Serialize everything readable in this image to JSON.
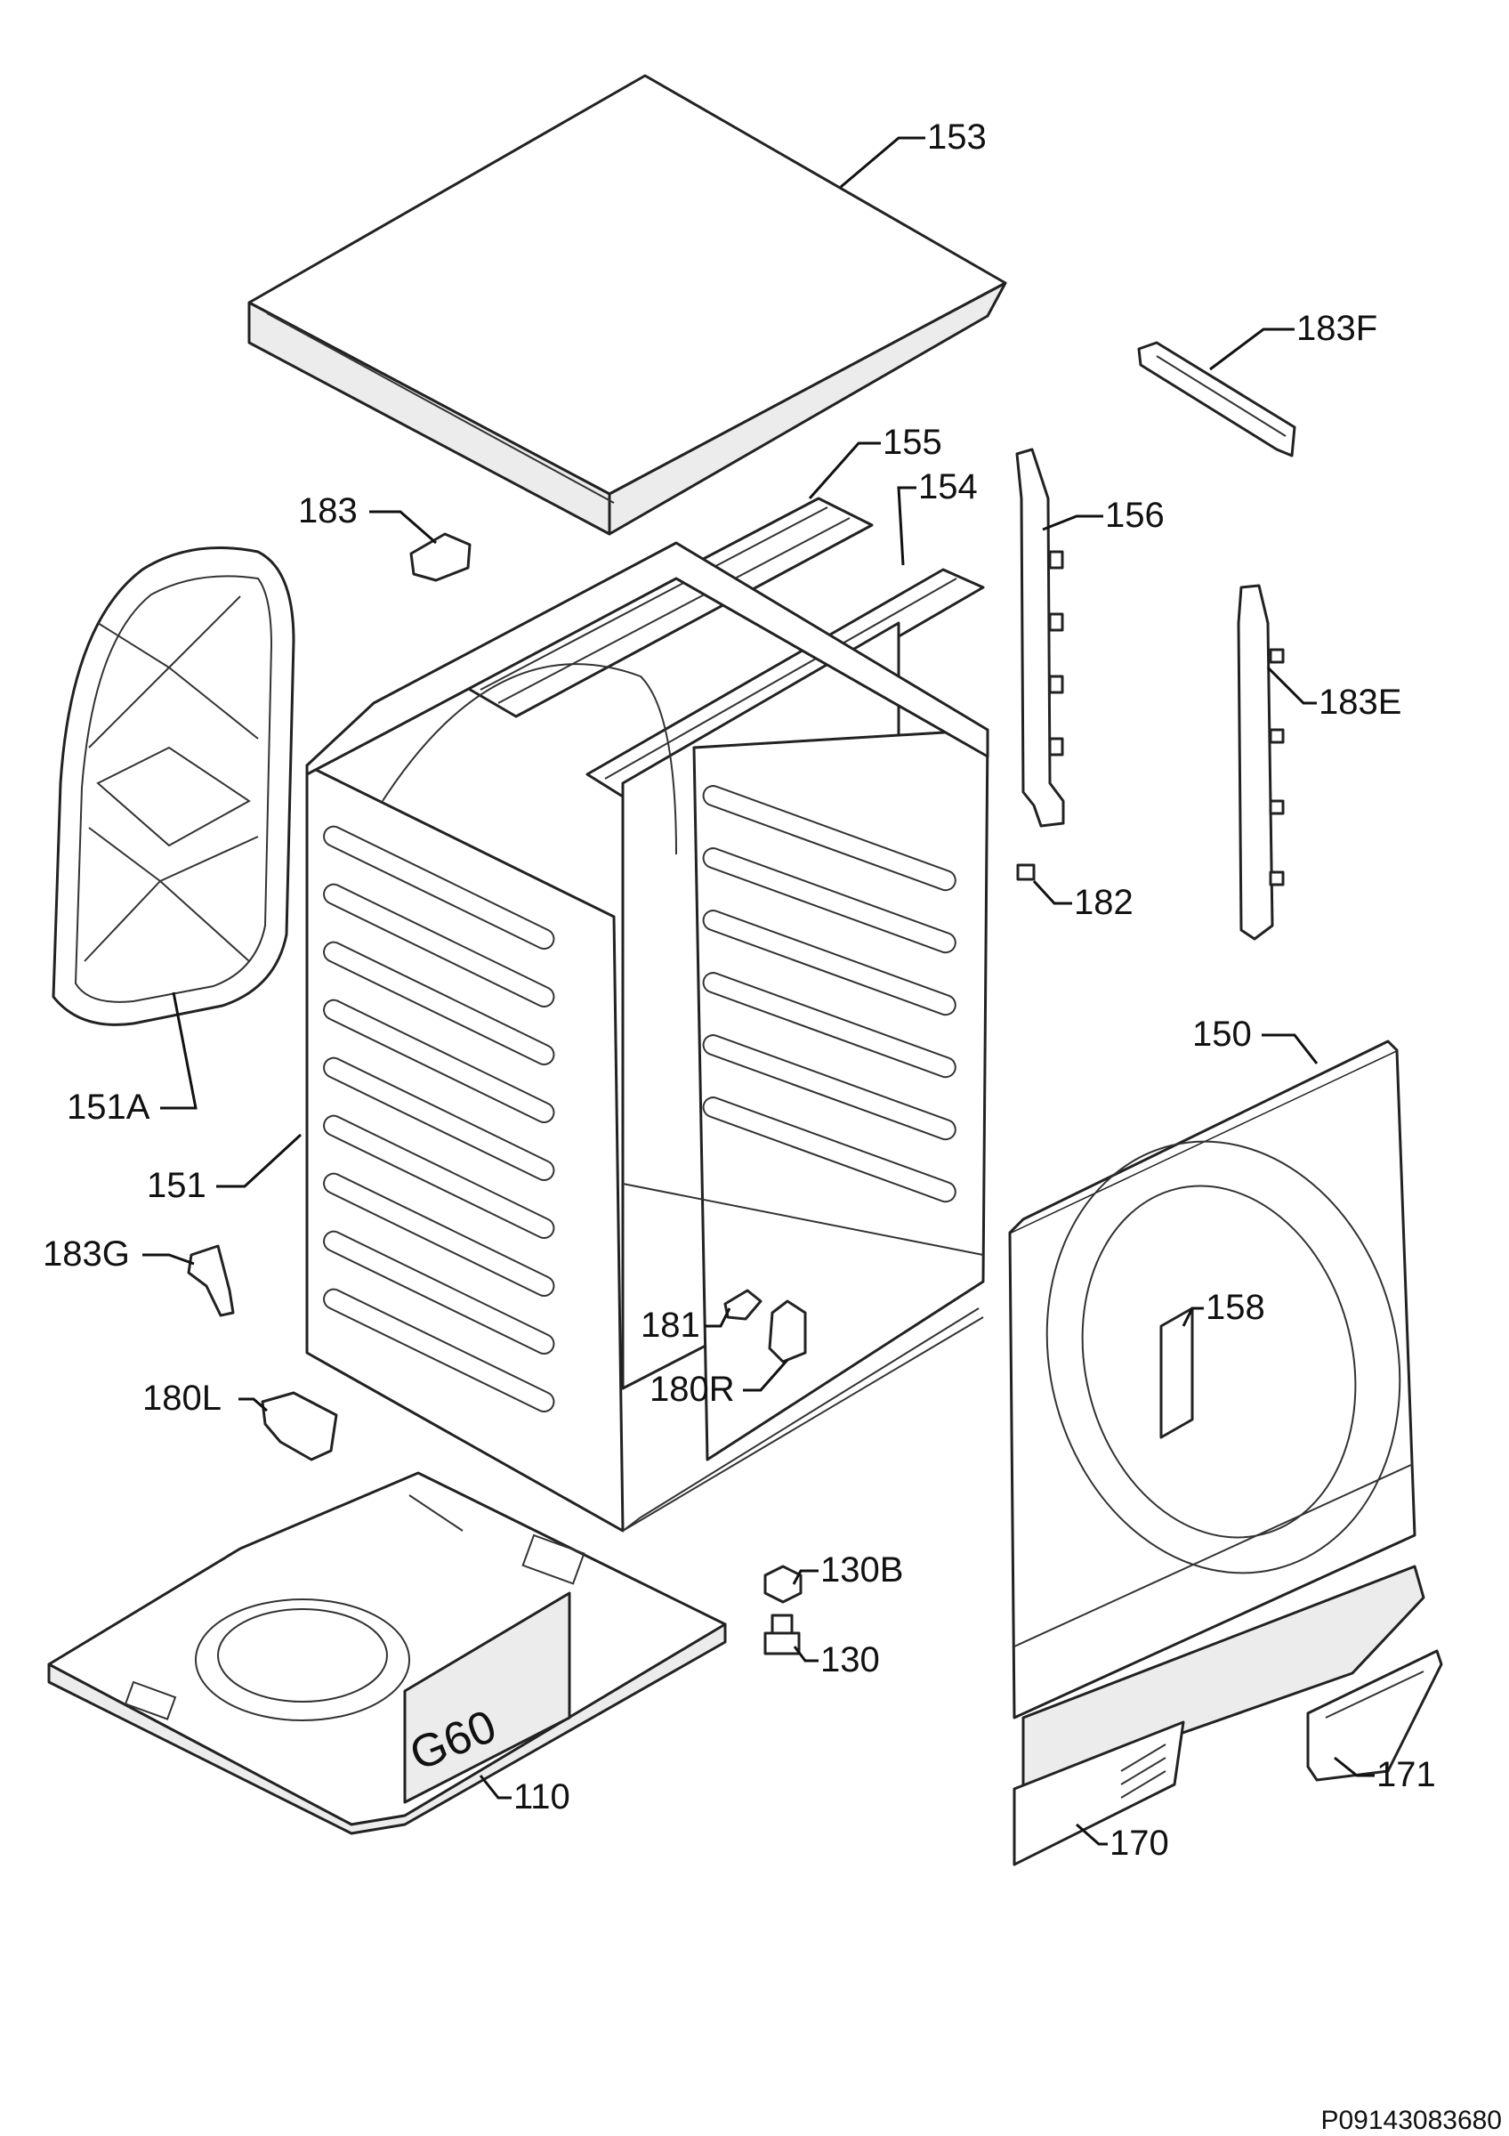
{
  "diagram": {
    "labels": {
      "l153": "153",
      "l183F": "183F",
      "l155": "155",
      "l154": "154",
      "l156": "156",
      "l183": "183",
      "l183E": "183E",
      "l182": "182",
      "l150": "150",
      "l151A": "151A",
      "l151": "151",
      "l183G": "183G",
      "l158": "158",
      "l181": "181",
      "l180R": "180R",
      "l180L": "180L",
      "l130B": "130B",
      "l130": "130",
      "l171": "171",
      "l110": "110",
      "l170": "170",
      "floor_marking": "G60",
      "drawing_code": "P09143083680"
    },
    "colors": {
      "line": "#222222",
      "fill": "#ffffff",
      "panel_grey": "#ececec"
    }
  }
}
